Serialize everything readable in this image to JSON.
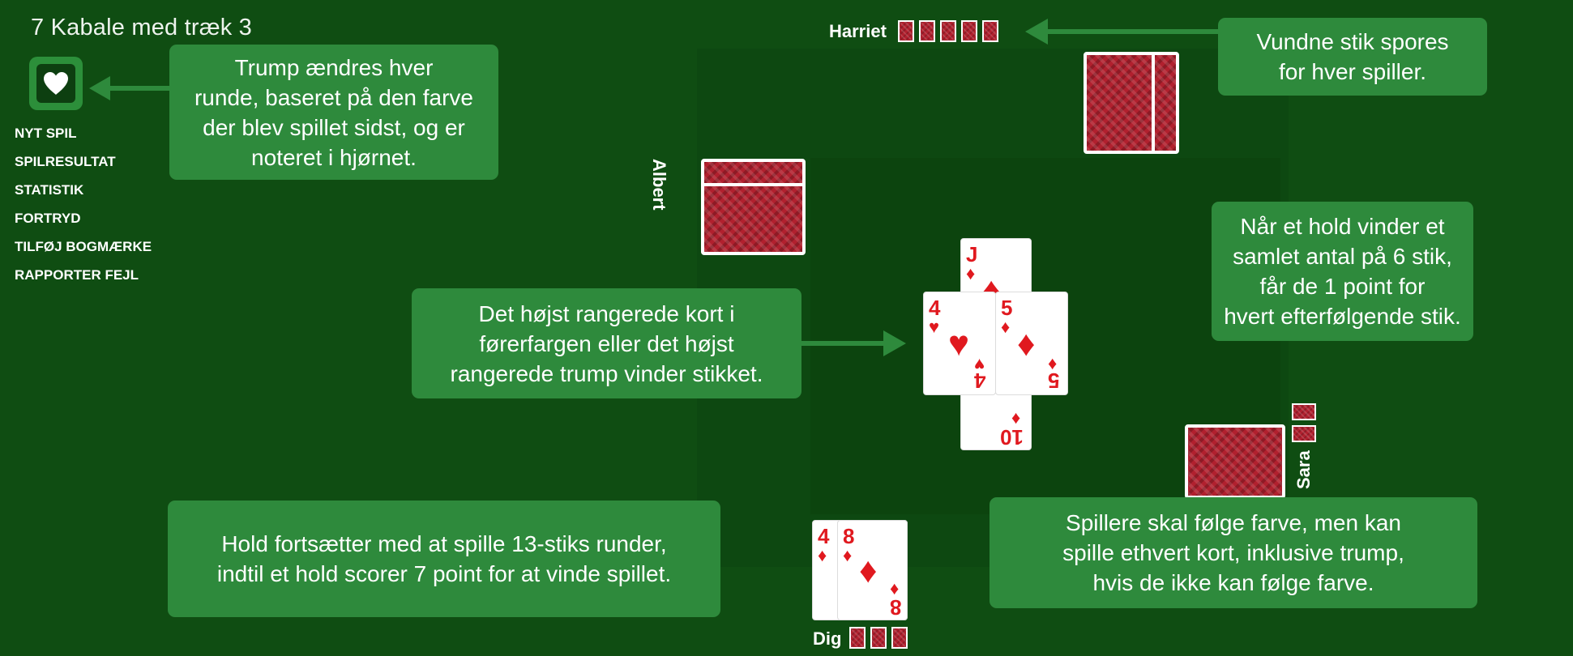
{
  "app": {
    "title": "7 Kabale med træk 3"
  },
  "trump": {
    "icon": "heart-icon",
    "suit_glyph": "♥"
  },
  "menu": {
    "items": [
      {
        "label": "NYT SPIL"
      },
      {
        "label": "SPILRESULTAT"
      },
      {
        "label": "STATISTIK"
      },
      {
        "label": "FORTRYD"
      },
      {
        "label": "TILFØJ BOGMÆRKE"
      },
      {
        "label": "RAPPORTER FEJL"
      }
    ]
  },
  "callouts": {
    "trump": "Trump ændres hver\nrunde, baseret på den farve\nder blev spillet sidst, og er\nnoteret i hjørnet.",
    "tricks": "Vundne stik spores\nfor hver spiller.",
    "highest": "Det højst rangerede kort i\nførerfargen eller det højst\nrangerede trump vinder stikket.",
    "points": "Når et hold vinder et\nsamlet antal på 6 stik,\nfår de 1 point for\nhvert efterfølgende stik.",
    "rounds": "Hold fortsætter med at spille 13-stiks runder,\nindtil et hold scorer 7 point for at vinde spillet.",
    "follow": "Spillere skal følge farve, men kan\nspille ethvert kort, inklusive trump,\nhvis de ikke kan følge farve."
  },
  "players": {
    "north": {
      "name": "Harriet",
      "tricks_won": 5
    },
    "west": {
      "name": "Albert"
    },
    "east": {
      "name": "Sara",
      "tricks_won": 2
    },
    "south": {
      "name": "Dig",
      "tricks_won": 3
    }
  },
  "trick_cards": [
    {
      "rank": "J",
      "suit": "♦",
      "position": "north"
    },
    {
      "rank": "4",
      "suit": "♥",
      "position": "west"
    },
    {
      "rank": "5",
      "suit": "♦",
      "position": "east"
    },
    {
      "rank": "10",
      "suit": "♦",
      "position": "south"
    }
  ],
  "hand": [
    {
      "rank": "4",
      "suit": "♦"
    },
    {
      "rank": "8",
      "suit": "♦"
    }
  ],
  "colors": {
    "felt": "#0f4d12",
    "callout": "#2e8a3c",
    "card_red": "#e0191f",
    "card_back": "#b1202e"
  }
}
